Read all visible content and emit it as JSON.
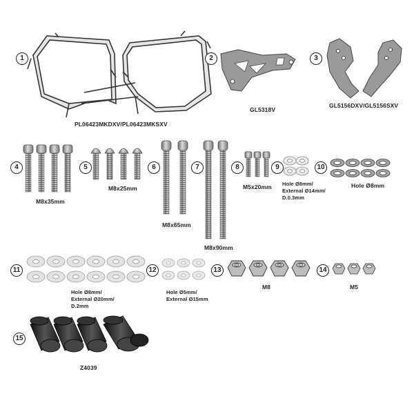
{
  "parts": [
    {
      "num": "1",
      "label": "PL06423MKDXV/PL06423MKSXV"
    },
    {
      "num": "2",
      "label": "GL5318V"
    },
    {
      "num": "3",
      "label": "GL5156DXV/GL5156SXV"
    },
    {
      "num": "4",
      "label": "M8x35mm"
    },
    {
      "num": "5",
      "label": "M8x25mm"
    },
    {
      "num": "6",
      "label": "M8x65mm"
    },
    {
      "num": "7",
      "label": "M8x90mm"
    },
    {
      "num": "8",
      "label": "M5x20mm"
    },
    {
      "num": "9",
      "label": "Hole Ø8mm/\nExternal Ø14mm/\nD.0.3mm"
    },
    {
      "num": "10",
      "label": "Hole Ø8mm"
    },
    {
      "num": "11",
      "label": "Hole Ø8mm/\nExternal Ø20mm/\nD.2mm"
    },
    {
      "num": "12",
      "label": "Hole Ø5mm/\nExternal Ø15mm"
    },
    {
      "num": "13",
      "label": "M8"
    },
    {
      "num": "14",
      "label": "M5"
    },
    {
      "num": "15",
      "label": "Z4039"
    }
  ],
  "colors": {
    "metal": "#9a9a9a",
    "metal_dark": "#555555",
    "washer": "#e4e4e4",
    "cap": "#2a2a2a",
    "line": "#222222"
  }
}
